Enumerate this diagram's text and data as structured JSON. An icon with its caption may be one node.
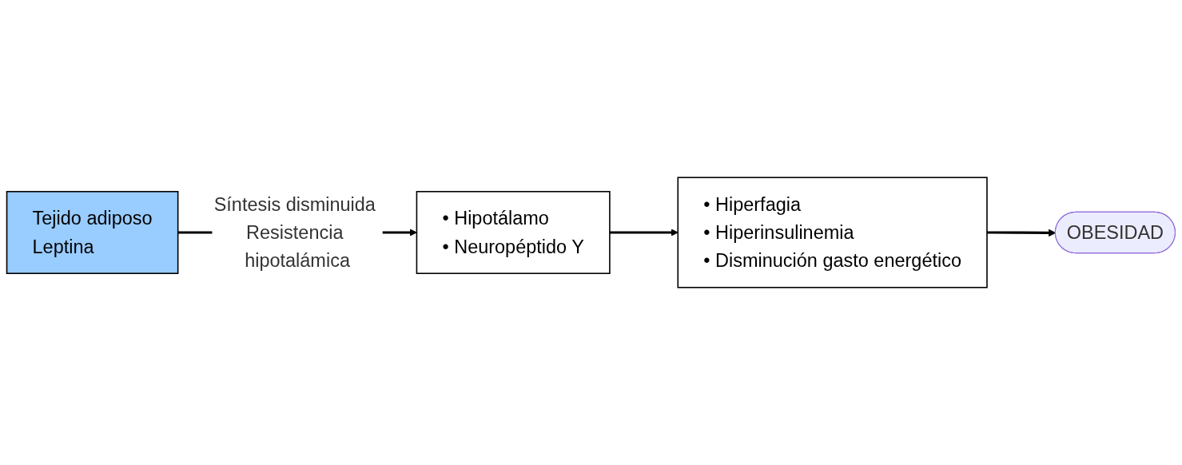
{
  "diagram": {
    "nodes": [
      {
        "text": [
          "Tejido adiposo",
          "Leptina"
        ]
      },
      {
        "text": [
          "OBESIDAD"
        ]
      },
      {
        "text": [
          "• Hipotálamo",
          "• Neuropéptido Y"
        ]
      },
      {
        "text": [
          "• Hiperfagia",
          "• Hiperinsulinemia",
          "• Disminución gasto energético"
        ]
      }
    ],
    "edges": [
      {
        "from": 0,
        "to": 2,
        "arrow": "to",
        "label": "Síntesis disminuida Resistencia hipotalámica"
      },
      {
        "from": 2,
        "to": 3,
        "arrow": "to"
      },
      {
        "from": 3,
        "to": 1,
        "arrow": "to"
      }
    ]
  }
}
